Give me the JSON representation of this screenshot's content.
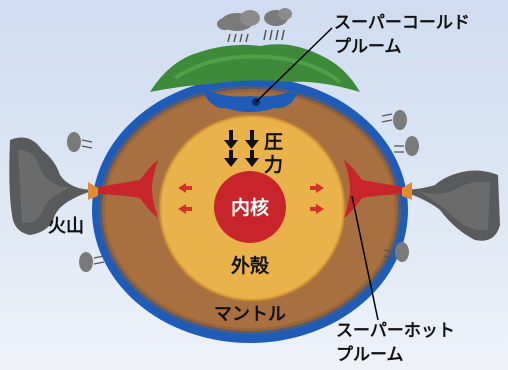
{
  "labels": {
    "super_cold_plume_line1": "スーパーコールド",
    "super_cold_plume_line2": "プルーム",
    "pressure_1": "圧",
    "pressure_2": "力",
    "inner_core": "内核",
    "volcano": "火山",
    "outer_core": "外殻",
    "mantle": "マントル",
    "super_hot_plume_line1": "スーパーホット",
    "super_hot_plume_line2": "プルーム"
  },
  "colors": {
    "mantle_brown": "#a87040",
    "crust_blue": "#1f5cb8",
    "outer_core_orange": "#eab24a",
    "inner_core_red": "#c8242c",
    "hot_plume_red": "#c8242c",
    "land_green": "#3c8a3a",
    "smoke_gray": "#7a7a7a"
  },
  "icons": {
    "rain_cloud": "rain-cloud-icon",
    "smoke": "volcanic-smoke-icon",
    "arrow_down": "down-arrow-icon",
    "arrow_out": "outward-arrow-icon"
  }
}
